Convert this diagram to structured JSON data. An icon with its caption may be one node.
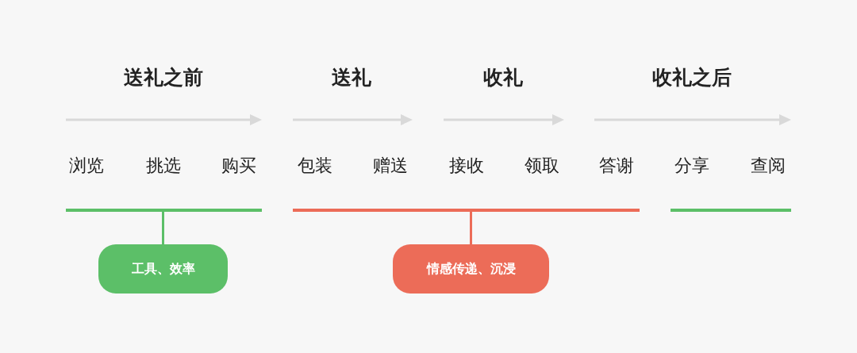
{
  "diagram": {
    "nodes": [
      {
        "text": [],
        "shape": "bar"
      },
      {
        "text": [
          "工具、效率"
        ]
      },
      {
        "text": [],
        "shape": "bar"
      },
      {
        "text": [
          "情感传递、沉浸"
        ]
      },
      {
        "text": [],
        "shape": "bar"
      }
    ],
    "edges": [
      {
        "from": 0,
        "to": 1,
        "arrow": "none",
        "color": "#5cbf68"
      },
      {
        "from": 2,
        "to": 3,
        "arrow": "none",
        "color": "#ec6c58"
      }
    ],
    "labels": [
      "送礼之前",
      "送礼",
      "收礼",
      "收礼之后",
      "浏览",
      "挑选",
      "购买",
      "包装",
      "赠送",
      "接收",
      "领取",
      "答谢",
      "分享",
      "查阅"
    ]
  }
}
